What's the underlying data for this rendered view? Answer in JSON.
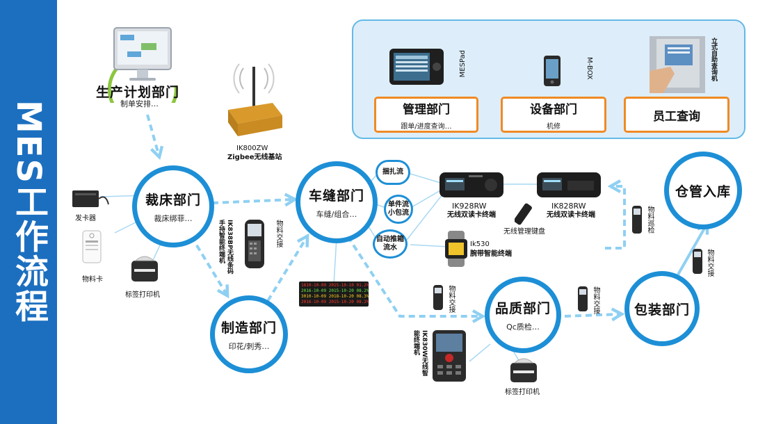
{
  "sidebar": {
    "title": "MES工作流程"
  },
  "planning": {
    "title": "生产计划部门",
    "subtitle": "制单安排…"
  },
  "base_station": {
    "model": "IK800ZW",
    "desc": "Zigbee无线基站"
  },
  "nodes": {
    "cutting": {
      "title": "裁床部门",
      "subtitle": "裁床绑菲…"
    },
    "sewing": {
      "title": "车缝部门",
      "subtitle": "车缝/组合…"
    },
    "manufacturing": {
      "title": "制造部门",
      "subtitle": "印花/刺秀…"
    },
    "quality": {
      "title": "品质部门",
      "subtitle": "Qc质检…"
    },
    "packing": {
      "title": "包装部门"
    },
    "warehouse": {
      "title": "仓管入库"
    }
  },
  "sewing_modes": {
    "bundle": "捆扎流",
    "single": "单件流小包流",
    "auto": "自动推箱流水"
  },
  "panel": {
    "mespad": "MESPad",
    "mbox": "M-BOX",
    "kiosk": "立式自助查询机",
    "mgmt": {
      "title": "管理部门",
      "subtitle": "跟单/进度查询…"
    },
    "equip": {
      "title": "设备部门",
      "subtitle": "机修"
    },
    "staff": {
      "title": "员工查询"
    }
  },
  "devices": {
    "card_issuer": "发卡器",
    "material_card": "物料卡",
    "label_printer": "标签打印机",
    "label_printer2": "标签打印机",
    "ik838bp": "IK838BP无线条码手持智能终端机",
    "handover1": "物料交接",
    "handover2": "物料交接",
    "handover3": "物料交接",
    "handover4": "物料交接",
    "patrol": "物料巡检",
    "ik928rw_model": "IK928RW",
    "ik928rw_desc": "无线双读卡终端",
    "ik828rw_model": "IK828RW",
    "ik828rw_desc": "无线双读卡终端",
    "keypad": "无线管理键盘",
    "ik530_model": "Ik530",
    "ik530_desc": "腕带智能终端",
    "ik830w": "IK830W无线智能终端机"
  },
  "led_board": {
    "rows": [
      "1810-10-09 2015-10-10 01.2%",
      "2016-10-09 2015-10-20 08.2%",
      "3010-10-09 2018-10-20 08.3%",
      "2016-10-09 2015-10-20 08.2%"
    ]
  },
  "colors": {
    "sidebar": "#1c6fbf",
    "node_border": "#1d8fd6",
    "arrow": "#8fd0f2",
    "panel_bg": "#ddeefa",
    "panel_border": "#64b9e6",
    "orange_border": "#f08a24"
  }
}
